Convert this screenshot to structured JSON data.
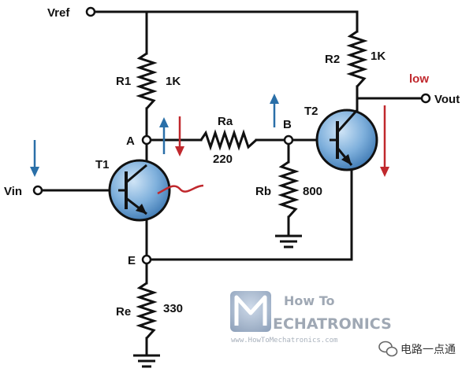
{
  "diagram": {
    "nodes": {
      "vref": "Vref",
      "vin": "Vin",
      "vout": "Vout",
      "node_a": "A",
      "node_b": "B",
      "node_e": "E"
    },
    "components": {
      "r1": {
        "name": "R1",
        "value": "1K"
      },
      "r2": {
        "name": "R2",
        "value": "1K"
      },
      "ra": {
        "name": "Ra",
        "value": "220"
      },
      "rb": {
        "name": "Rb",
        "value": "800"
      },
      "re": {
        "name": "Re",
        "value": "330"
      },
      "t1": {
        "name": "T1"
      },
      "t2": {
        "name": "T2"
      }
    },
    "annotations": {
      "state": "low"
    },
    "colors": {
      "wire": "#111111",
      "arrow_blue": "#2a6fa8",
      "arrow_red": "#c0282d",
      "transistor_fill": "#4f8dc4"
    }
  },
  "watermark": {
    "line1": "How To",
    "line2": "ECHATRONICS",
    "url": "www.HowToMechatronics.com"
  },
  "credit": {
    "text": "电路一点通"
  }
}
